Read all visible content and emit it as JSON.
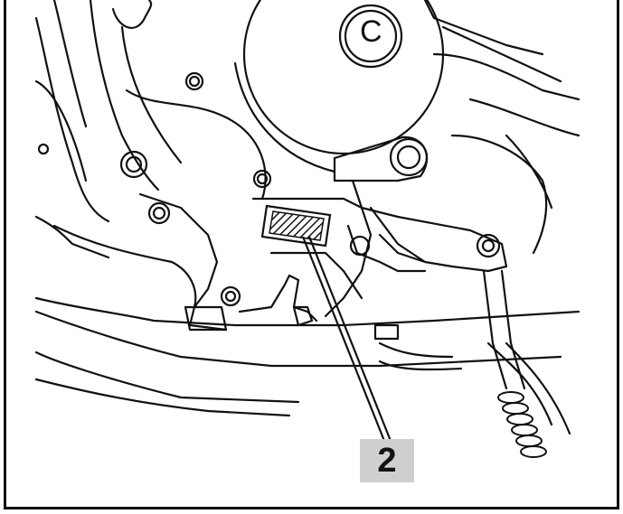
{
  "diagram": {
    "callouts": [
      {
        "id": "2",
        "label": "2"
      }
    ],
    "engine_cover_marking": "C",
    "colors": {
      "line": "#111111",
      "background": "#ffffff",
      "callout_fill": "#cfcfcf"
    }
  }
}
